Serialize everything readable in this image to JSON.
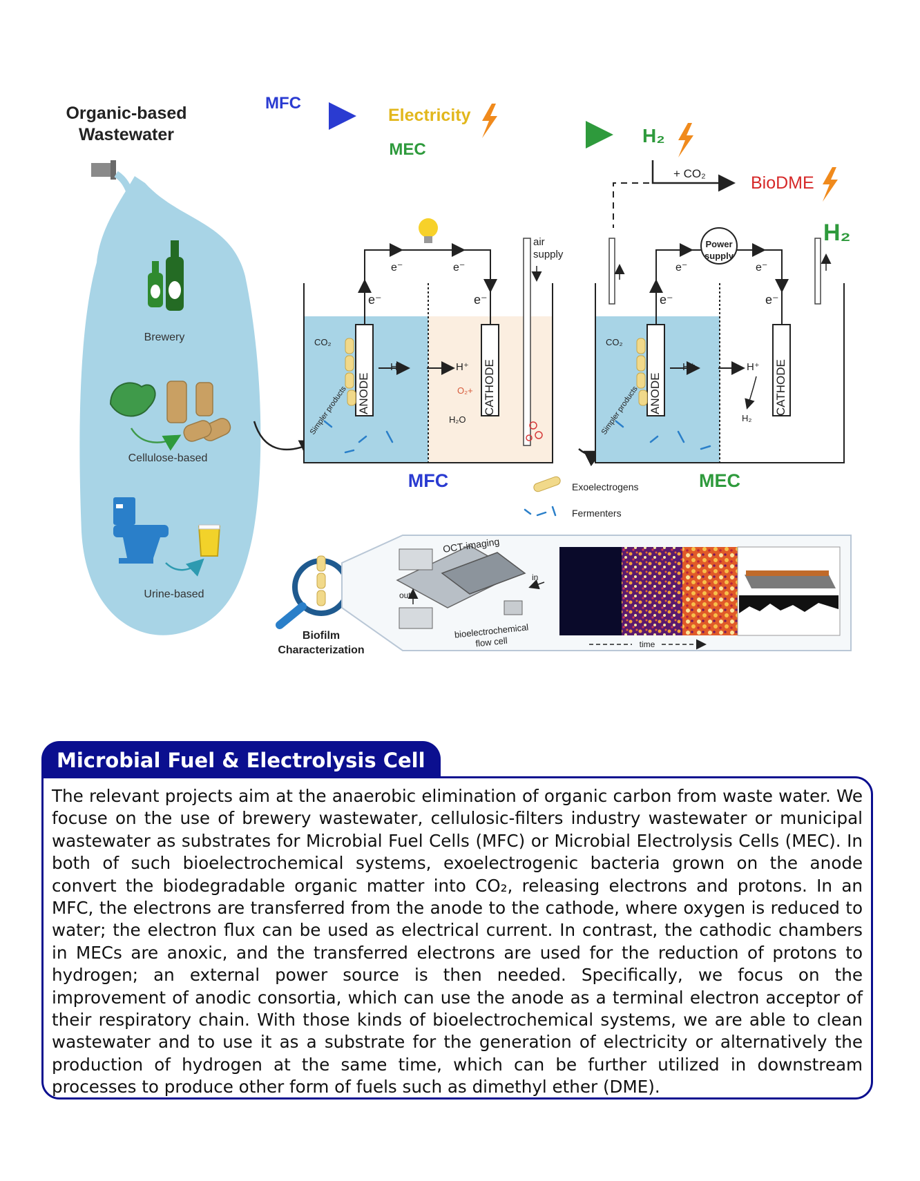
{
  "diagram": {
    "source_title": "Organic-based Wastewater",
    "source_title_line1": "Organic-based",
    "source_title_line2": "Wastewater",
    "flow_mfc": "MFC",
    "flow_electricity": "Electricity",
    "flow_mec": "MEC",
    "h2_top": "H₂",
    "plus_co2": "+ CO₂",
    "biodme": "BioDME",
    "h2_right": "H₂",
    "sources": [
      "Brewery",
      "Cellulose-based",
      "Urine-based"
    ],
    "mfc_cell": {
      "title": "MFC",
      "air_supply_line1": "air",
      "air_supply_line2": "supply",
      "electron": "e⁻",
      "co2": "CO₂",
      "anode": "ANODE",
      "cathode": "CATHODE",
      "proton": "H⁺",
      "o2": "O₂+",
      "water": "H₂O",
      "simpler_products": "Simpler products"
    },
    "mec_cell": {
      "title": "MEC",
      "power_supply_line1": "Power",
      "power_supply_line2": "supply",
      "electron": "e⁻",
      "co2": "CO₂",
      "anode": "ANODE",
      "cathode": "CATHODE",
      "proton": "H⁺",
      "h2": "H₂",
      "simpler_products": "Simpler products"
    },
    "legend": [
      "Exoelectrogens",
      "Fermenters"
    ],
    "biofilm_line1": "Biofilm",
    "biofilm_line2": "Characterization",
    "oct_imaging": "OCT-imaging",
    "flow_in": "in",
    "flow_out": "out",
    "flow_cell_line1": "bioelectrochemical",
    "flow_cell_line2": "flow cell",
    "time_label": "time",
    "colors": {
      "water": "#a8d4e6",
      "mfc_blue": "#2a3bd1",
      "mec_green": "#2e9a3c",
      "electricity_yellow": "#e2b71c",
      "lightning_orange": "#f08a1c",
      "biodme_red": "#d62828",
      "section_navy": "#0b0f8f"
    }
  },
  "section": {
    "title": "Microbial Fuel & Electrolysis Cell",
    "body": "The relevant projects aim at the anaerobic elimination of organic carbon from waste water. We focuse on the use of brewery wastewater, cellulosic-filters industry wastewater or municipal wastewater as substrates for Microbial Fuel Cells (MFC) or Microbial Electrolysis Cells (MEC). In both of such bioelectrochemical systems, exoelectrogenic bacteria grown on the anode convert the biodegradable organic matter into CO₂, releasing electrons and protons. In an MFC, the electrons are transferred from the anode to the cathode, where oxygen is reduced to water; the electron flux can be used as electrical current. In contrast, the cathodic chambers in MECs are anoxic, and the transferred electrons are used for the reduction of protons to hydrogen; an external power source is then needed. Specifically, we focus on the improvement of anodic consortia, which can use the anode as a terminal electron acceptor of their respiratory chain. With those kinds of bioelectrochemical systems, we are able to clean wastewater and to use it as a substrate for the generation of electricity or alternatively the production of hydrogen at the same time, which can be further utilized in downstream processes to produce other form of fuels such as dimethyl ether (DME)."
  }
}
